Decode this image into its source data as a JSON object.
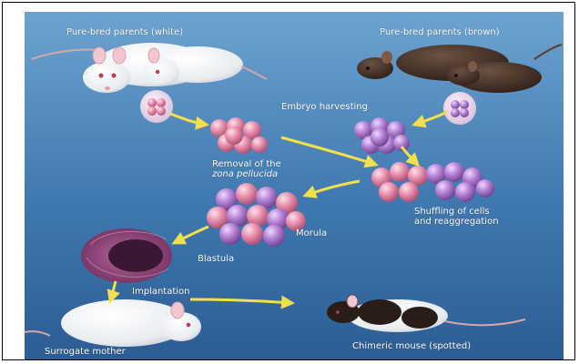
{
  "labels": {
    "parents_white": "Pure-bred parents (white)",
    "parents_brown": "Pure-bred parents (brown)",
    "embryo_harvesting": "Embryo harvesting",
    "removal_line1": "Removal of the",
    "removal_line2": "zona pellucida",
    "shuffling_line1": "Shuffling of cells",
    "shuffling_line2": "and reaggregation",
    "morula": "Morula",
    "blastula": "Blastula",
    "implantation": "Implantation",
    "surrogate": "Surrogate mother",
    "chimeric": "Chimeric mouse (spotted)"
  },
  "colors": {
    "background_top": "#5f98c8",
    "background_bottom": "#2c5d94",
    "arrow": "#f2e04a",
    "white_embryo": "#e08aa8",
    "brown_embryo": "#a673c4"
  },
  "icons": [
    "white-mouse-icon",
    "brown-mouse-icon",
    "embryo-icon",
    "arrow-icon",
    "spotted-mouse-icon"
  ]
}
